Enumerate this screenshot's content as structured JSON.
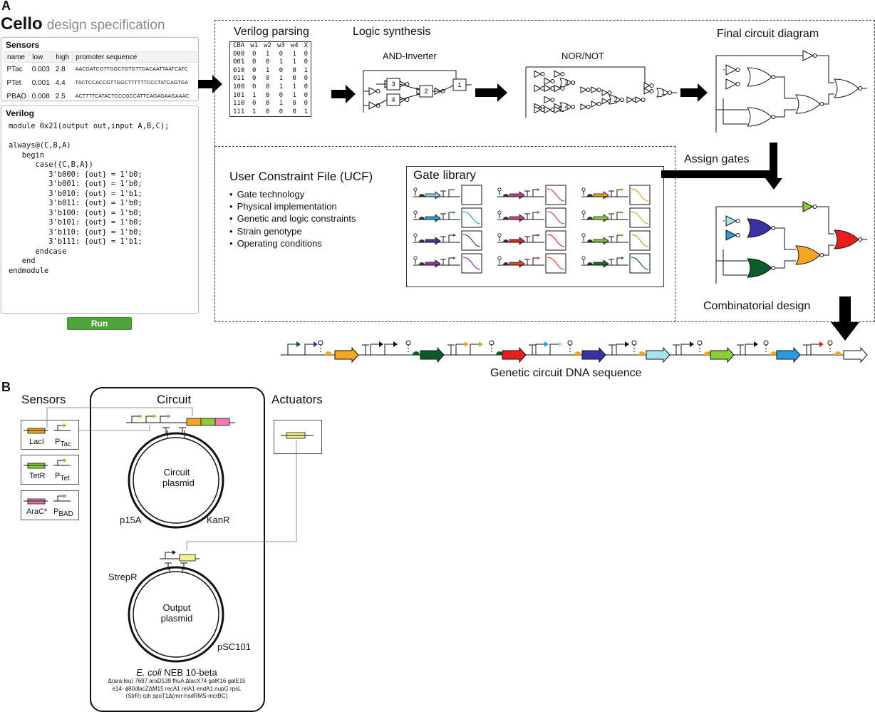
{
  "panel_a": "A",
  "panel_b": "B",
  "cello": {
    "title": "Cello",
    "subtitle": "design specification"
  },
  "sensors_box": {
    "title": "Sensors",
    "headers": [
      "name",
      "low",
      "high",
      "promoter sequence"
    ],
    "rows": [
      [
        "PTac",
        "0.003",
        "2.8",
        "AACGATCGTTGGCTGTGTTGACAATTAATCATC"
      ],
      [
        "PTet",
        "0.001",
        "4.4",
        "TACTCCACCGTTGGCTTTTTTCCCTATCAGTGA"
      ],
      [
        "PBAD",
        "0.008",
        "2.5",
        "ACTTTTCATACTCCCGCCATTCAGAGAAGAAAC"
      ]
    ]
  },
  "verilog_box": {
    "title": "Verilog",
    "lines": [
      "module 0x21(output out,input A,B,C);",
      "",
      "always@(C,B,A)",
      "   begin",
      "      case({C,B,A})",
      "         3'b000: {out} = 1'b0;",
      "         3'b001: {out} = 1'b0;",
      "         3'b010: {out} = 1'b1;",
      "         3'b011: {out} = 1'b0;",
      "         3'b100: {out} = 1'b0;",
      "         3'b101: {out} = 1'b0;",
      "         3'b110: {out} = 1'b0;",
      "         3'b111: {out} = 1'b1;",
      "      endcase",
      "   end",
      "endmodule"
    ]
  },
  "run_label": "Run",
  "stages": {
    "verilog_parsing": "Verilog parsing",
    "logic_synthesis": "Logic synthesis",
    "and_inverter": "AND-Inverter",
    "nor_not": "NOR/NOT",
    "final_circuit": "Final circuit diagram",
    "assign_gates": "Assign gates",
    "combinatorial": "Combinatorial design",
    "dna_sequence": "Genetic circuit DNA sequence"
  },
  "truth_table": {
    "headers": [
      "CBA",
      "w1",
      "w2",
      "w3",
      "w4",
      "X"
    ],
    "rows": [
      [
        "000",
        "0",
        "1",
        "0",
        "1",
        "0"
      ],
      [
        "001",
        "0",
        "0",
        "1",
        "1",
        "0"
      ],
      [
        "010",
        "0",
        "1",
        "0",
        "0",
        "1"
      ],
      [
        "011",
        "0",
        "0",
        "1",
        "0",
        "0"
      ],
      [
        "100",
        "0",
        "0",
        "1",
        "1",
        "0"
      ],
      [
        "101",
        "1",
        "0",
        "0",
        "1",
        "0"
      ],
      [
        "110",
        "0",
        "0",
        "1",
        "0",
        "0"
      ],
      [
        "111",
        "1",
        "0",
        "0",
        "0",
        "1"
      ]
    ]
  },
  "and_gate_numbers": [
    "3",
    "4",
    "2",
    "1"
  ],
  "nor_gate_numbers": [
    "3",
    "4",
    "2",
    "1"
  ],
  "ucf": {
    "title": "User Constraint File (UCF)",
    "items": [
      "Gate technology",
      "Physical implementation",
      "Genetic and logic constraints",
      "Strain genotype",
      "Operating conditions"
    ]
  },
  "gate_library": {
    "title": "Gate library",
    "columns": [
      [
        "#7fd6e0",
        "#2a9fd6",
        "#3f3a9c",
        "#8f3a9c"
      ],
      [
        "#c2409b",
        "#d23c8c",
        "#d62a2a",
        "#e0492a"
      ],
      [
        "#f09a1f",
        "#8ccd3a",
        "#7bc043",
        "#1f6a3a"
      ]
    ]
  },
  "colors": {
    "light_cyan": "#a8e4ee",
    "blue": "#2b9ae0",
    "indigo": "#3a32a4",
    "dark_green": "#0d5a2a",
    "orange": "#f5a623",
    "red": "#e81d1d",
    "lime": "#8ccd3a",
    "yellow": "#f5f08c",
    "pink": "#f07ab0"
  },
  "panel_b_labels": {
    "sensors": "Sensors",
    "circuit": "Circuit",
    "actuators": "Actuators",
    "circuit_plasmid": [
      "Circuit",
      "plasmid"
    ],
    "output_plasmid": [
      "Output",
      "plasmid"
    ],
    "p15a": "p15A",
    "kanr": "KanR",
    "strepr": "StrepR",
    "psc101": "pSC101",
    "laci": "LacI",
    "ptac": "P",
    "ptac_sub": "Tac",
    "tetr": "TetR",
    "ptet": "P",
    "ptet_sub": "Tet",
    "arac": "AraC*",
    "pbad": "P",
    "pbad_sub": "BAD"
  },
  "ecoli": {
    "name_italic": "E. coli",
    "name_rest": " NEB 10-beta",
    "genotype": [
      "Δ(ara-leu) 7697 araD139 fhuA ΔlacX74 galK16 galE15",
      "e14- ϕ80dlacZΔM15 recA1 relA1 endA1 nupG rpsL",
      "(StrR) rph spoT1Δ(mrr-hsdRMS-mcrBC)"
    ]
  }
}
